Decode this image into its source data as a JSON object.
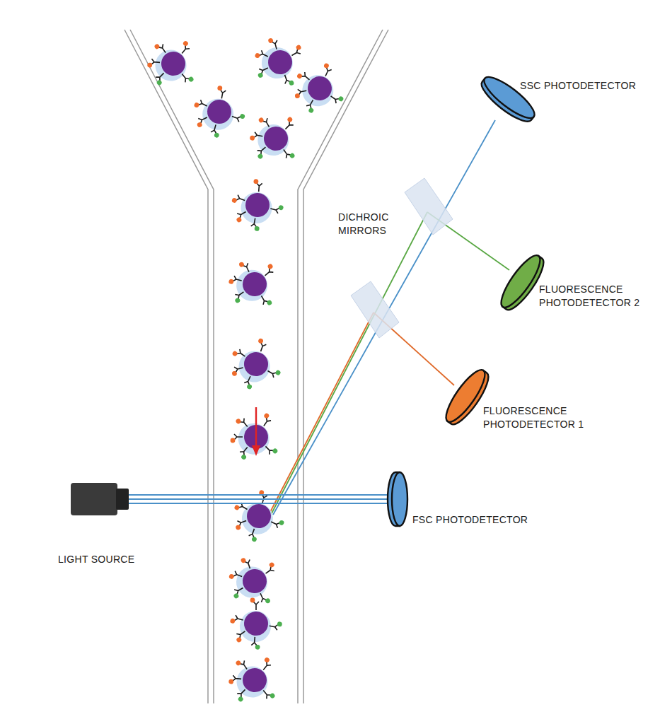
{
  "diagram": {
    "nodes": [
      {
        "text": [
          "SSC PHOTODETECTOR"
        ]
      },
      {
        "text": [
          "FLUORESCENCE PHOTODETECTOR 2"
        ]
      },
      {
        "text": [
          "FLUORESCENCE PHOTODETECTOR 1"
        ]
      },
      {
        "text": [
          "LIGHT SOURCE"
        ]
      },
      {
        "text": [
          "FSC PHOTODETECTOR"
        ]
      }
    ],
    "edges": [
      {
        "from": 3,
        "to": 4,
        "arrow": "none"
      }
    ],
    "labels": [
      "DICHROIC MIRRORS"
    ]
  }
}
